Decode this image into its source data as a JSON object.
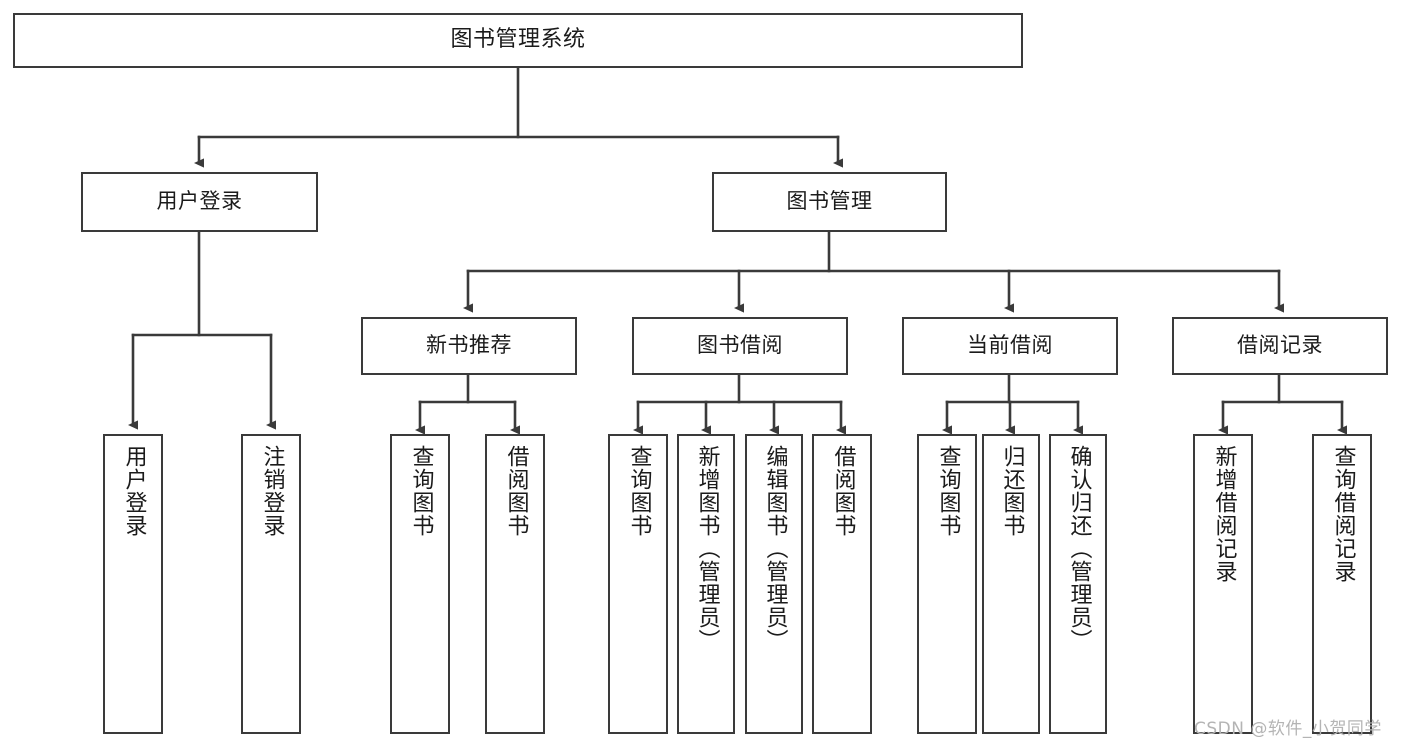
{
  "diagram": {
    "title": "图书管理系统",
    "type": "tree-hierarchy-chart",
    "watermark": "CSDN @软件_小贺同学",
    "colors": {
      "border": "#3a3a3a",
      "text": "#1b1b1b",
      "edge": "#3a3a3a",
      "background": "#ffffff",
      "watermark": "#b4b4b4"
    },
    "nodes": {
      "root": {
        "label": "图书管理系统"
      },
      "level2": [
        {
          "label": "用户登录"
        },
        {
          "label": "图书管理"
        }
      ],
      "level3": [
        {
          "label": "新书推荐"
        },
        {
          "label": "图书借阅"
        },
        {
          "label": "当前借阅"
        },
        {
          "label": "借阅记录"
        }
      ],
      "leaves": {
        "user_login": [
          {
            "label": "用户登录"
          },
          {
            "label": "注销登录"
          }
        ],
        "new_book": [
          {
            "label": "查询图书"
          },
          {
            "label": "借阅图书"
          }
        ],
        "book_borrow": [
          {
            "label": "查询图书"
          },
          {
            "label": "新增图书（管理员）"
          },
          {
            "label": "编辑图书（管理员）"
          },
          {
            "label": "借阅图书"
          }
        ],
        "current_borrow": [
          {
            "label": "查询图书"
          },
          {
            "label": "归还图书"
          },
          {
            "label": "确认归还（管理员）"
          }
        ],
        "borrow_record": [
          {
            "label": "新增借阅记录"
          },
          {
            "label": "查询借阅记录"
          }
        ]
      }
    }
  }
}
